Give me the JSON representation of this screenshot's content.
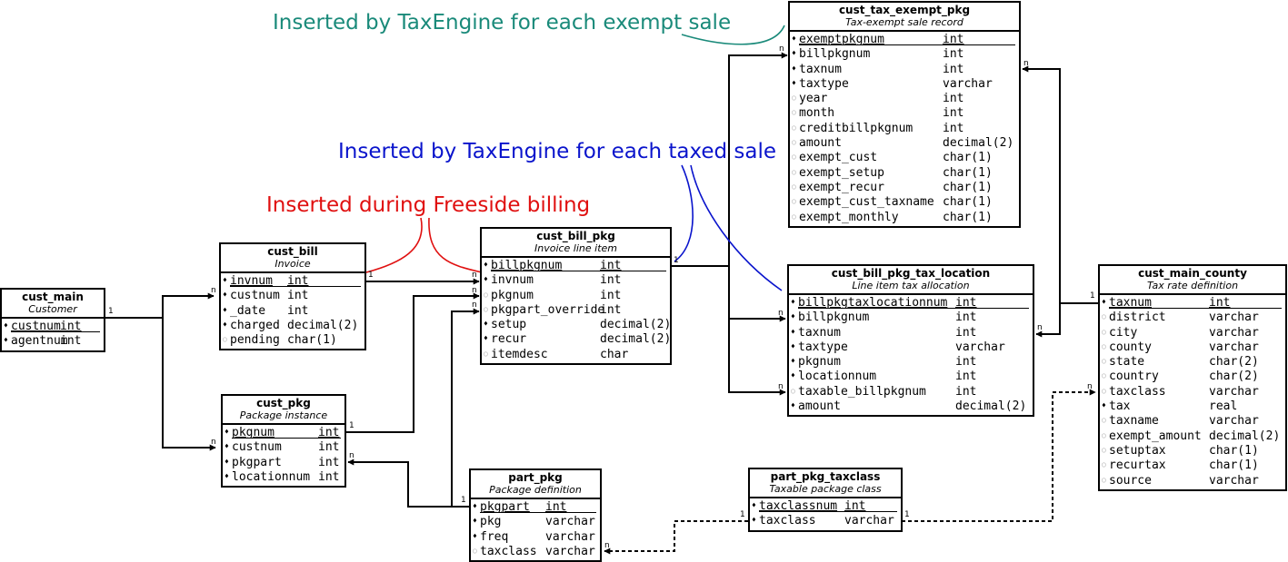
{
  "annotations": {
    "exempt_sale": {
      "text": "Inserted by TaxEngine for each exempt sale",
      "color": "#1a8a7a"
    },
    "taxed_sale": {
      "text": "Inserted by TaxEngine for each taxed sale",
      "color": "#0a14cc"
    },
    "freeside_billing": {
      "text": "Inserted during Freeside billing",
      "color": "#e01010"
    }
  },
  "entities": {
    "cust_main": {
      "name": "cust_main",
      "desc": "Customer",
      "fields": [
        {
          "name": "custnum",
          "type": "int",
          "pk": true,
          "required": true
        },
        {
          "name": "agentnum",
          "type": "int",
          "required": true
        }
      ]
    },
    "cust_bill": {
      "name": "cust_bill",
      "desc": "Invoice",
      "fields": [
        {
          "name": "invnum",
          "type": "int",
          "pk": true,
          "required": true
        },
        {
          "name": "custnum",
          "type": "int",
          "required": true
        },
        {
          "name": "_date",
          "type": "int",
          "required": true
        },
        {
          "name": "charged",
          "type": "decimal(2)",
          "required": true
        },
        {
          "name": "pending",
          "type": "char(1)",
          "required": false
        }
      ]
    },
    "cust_pkg": {
      "name": "cust_pkg",
      "desc": "Package instance",
      "fields": [
        {
          "name": "pkgnum",
          "type": "int",
          "pk": true,
          "required": true
        },
        {
          "name": "custnum",
          "type": "int",
          "required": true
        },
        {
          "name": "pkgpart",
          "type": "int",
          "required": true
        },
        {
          "name": "locationnum",
          "type": "int",
          "required": true
        }
      ]
    },
    "cust_bill_pkg": {
      "name": "cust_bill_pkg",
      "desc": "Invoice line item",
      "fields": [
        {
          "name": "billpkgnum",
          "type": "int",
          "pk": true,
          "required": true
        },
        {
          "name": "invnum",
          "type": "int",
          "required": true
        },
        {
          "name": "pkgnum",
          "type": "int",
          "required": false
        },
        {
          "name": "pkgpart_override",
          "type": "int",
          "required": false
        },
        {
          "name": "setup",
          "type": "decimal(2)",
          "required": true
        },
        {
          "name": "recur",
          "type": "decimal(2)",
          "required": true
        },
        {
          "name": "itemdesc",
          "type": "char",
          "required": false
        }
      ]
    },
    "part_pkg": {
      "name": "part_pkg",
      "desc": "Package definition",
      "fields": [
        {
          "name": "pkgpart",
          "type": "int",
          "pk": true,
          "required": true
        },
        {
          "name": "pkg",
          "type": "varchar",
          "required": true
        },
        {
          "name": "freq",
          "type": "varchar",
          "required": true
        },
        {
          "name": "taxclass",
          "type": "varchar",
          "required": false
        }
      ]
    },
    "cust_tax_exempt_pkg": {
      "name": "cust_tax_exempt_pkg",
      "desc": "Tax-exempt sale record",
      "fields": [
        {
          "name": "exemptpkgnum",
          "type": "int",
          "pk": true,
          "required": true
        },
        {
          "name": "billpkgnum",
          "type": "int",
          "required": true
        },
        {
          "name": "taxnum",
          "type": "int",
          "required": true
        },
        {
          "name": "taxtype",
          "type": "varchar",
          "required": true
        },
        {
          "name": "year",
          "type": "int",
          "required": false
        },
        {
          "name": "month",
          "type": "int",
          "required": false
        },
        {
          "name": "creditbillpkgnum",
          "type": "int",
          "required": false
        },
        {
          "name": "amount",
          "type": "decimal(2)",
          "required": false
        },
        {
          "name": "exempt_cust",
          "type": "char(1)",
          "required": false
        },
        {
          "name": "exempt_setup",
          "type": "char(1)",
          "required": false
        },
        {
          "name": "exempt_recur",
          "type": "char(1)",
          "required": false
        },
        {
          "name": "exempt_cust_taxname",
          "type": "char(1)",
          "required": false
        },
        {
          "name": "exempt_monthly",
          "type": "char(1)",
          "required": false
        }
      ]
    },
    "cust_bill_pkg_tax_location": {
      "name": "cust_bill_pkg_tax_location",
      "desc": "Line item tax allocation",
      "fields": [
        {
          "name": "billpkgtaxlocationnum",
          "type": "int",
          "pk": true,
          "required": true
        },
        {
          "name": "billpkgnum",
          "type": "int",
          "required": true
        },
        {
          "name": "taxnum",
          "type": "int",
          "required": true
        },
        {
          "name": "taxtype",
          "type": "varchar",
          "required": true
        },
        {
          "name": "pkgnum",
          "type": "int",
          "required": true
        },
        {
          "name": "locationnum",
          "type": "int",
          "required": true
        },
        {
          "name": "taxable_billpkgnum",
          "type": "int",
          "required": false
        },
        {
          "name": "amount",
          "type": "decimal(2)",
          "required": true
        }
      ]
    },
    "part_pkg_taxclass": {
      "name": "part_pkg_taxclass",
      "desc": "Taxable package class",
      "fields": [
        {
          "name": "taxclassnum",
          "type": "int",
          "pk": true,
          "required": true
        },
        {
          "name": "taxclass",
          "type": "varchar",
          "required": true
        }
      ]
    },
    "cust_main_county": {
      "name": "cust_main_county",
      "desc": "Tax rate definition",
      "fields": [
        {
          "name": "taxnum",
          "type": "int",
          "pk": true,
          "required": true
        },
        {
          "name": "district",
          "type": "varchar",
          "required": false
        },
        {
          "name": "city",
          "type": "varchar",
          "required": false
        },
        {
          "name": "county",
          "type": "varchar",
          "required": false
        },
        {
          "name": "state",
          "type": "char(2)",
          "required": false
        },
        {
          "name": "country",
          "type": "char(2)",
          "required": false
        },
        {
          "name": "taxclass",
          "type": "varchar",
          "required": false
        },
        {
          "name": "tax",
          "type": "real",
          "required": true
        },
        {
          "name": "taxname",
          "type": "varchar",
          "required": false
        },
        {
          "name": "exempt_amount",
          "type": "decimal(2)",
          "required": false
        },
        {
          "name": "setuptax",
          "type": "char(1)",
          "required": false
        },
        {
          "name": "recurtax",
          "type": "char(1)",
          "required": false
        },
        {
          "name": "source",
          "type": "varchar",
          "required": false
        }
      ]
    }
  },
  "cardinality": {
    "one": "1",
    "many": "n"
  },
  "markers": {
    "required": "♦",
    "optional": "○"
  }
}
